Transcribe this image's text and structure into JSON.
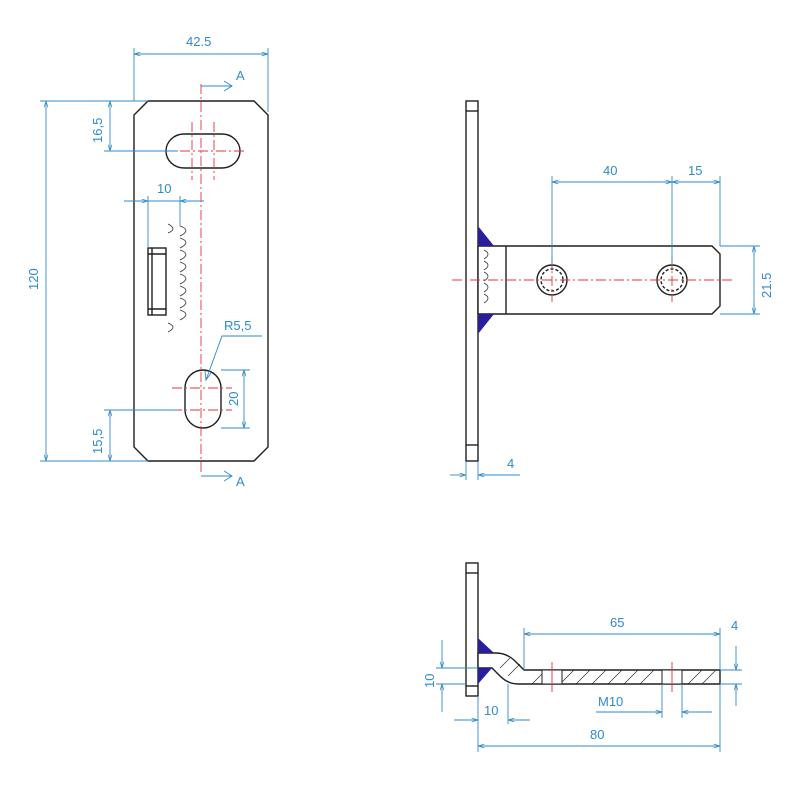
{
  "dimensions": {
    "width_42_5": "42.5",
    "height_120": "120",
    "top_16_5": "16,5",
    "weld_10": "10",
    "radius": "R5,5",
    "slot_20": "20",
    "bottom_15_5": "15,5",
    "section_mark": "A",
    "side_40": "40",
    "side_15": "15",
    "side_21_5": "21.5",
    "side_4": "4",
    "sec_65": "65",
    "sec_4": "4",
    "sec_10_left": "10",
    "sec_10_bottom": "10",
    "sec_thread": "M10",
    "sec_80": "80"
  },
  "colors": {
    "dimension": "#2f8ac9",
    "centerline": "#e0343a",
    "weld": "#2a1f9a",
    "outline": "#1f1f1f"
  }
}
